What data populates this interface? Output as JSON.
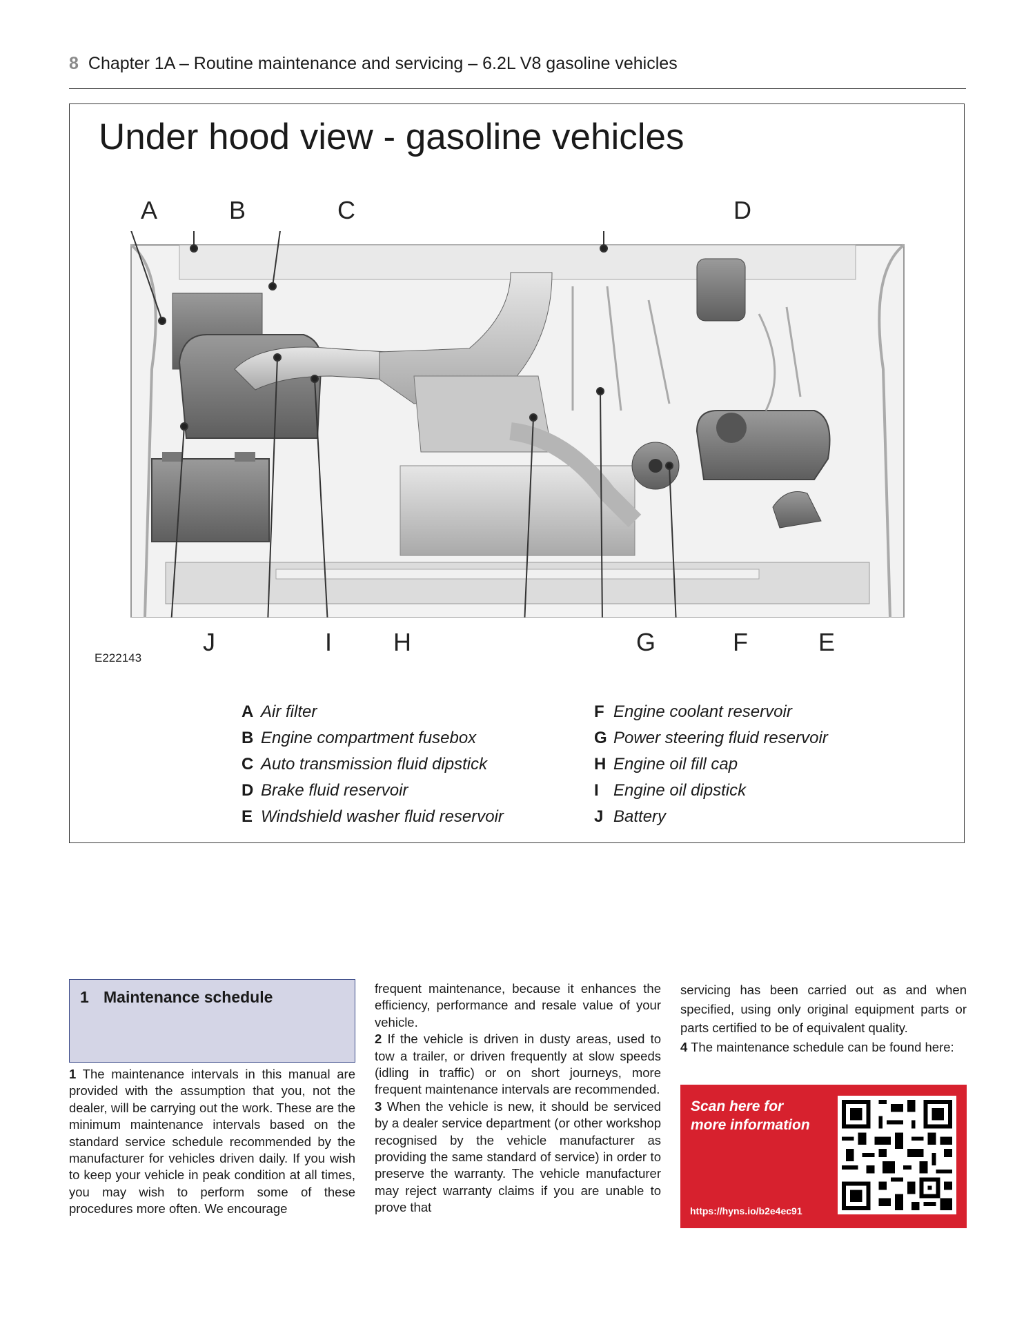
{
  "header": {
    "page_number": "8",
    "title": "Chapter 1A – Routine maintenance and servicing – 6.2L V8 gasoline vehicles"
  },
  "figure": {
    "title": "Under hood view - gasoline vehicles",
    "code": "E222143",
    "callouts_top": [
      "A",
      "B",
      "C",
      "D"
    ],
    "callouts_bottom": [
      "J",
      "I",
      "H",
      "G",
      "F",
      "E"
    ],
    "key_left": [
      {
        "letter": "A",
        "text": "Air filter"
      },
      {
        "letter": "B",
        "text": "Engine compartment fusebox"
      },
      {
        "letter": "C",
        "text": "Auto transmission fluid dipstick"
      },
      {
        "letter": "D",
        "text": "Brake fluid reservoir"
      },
      {
        "letter": "E",
        "text": "Windshield washer fluid reservoir"
      }
    ],
    "key_right": [
      {
        "letter": "F",
        "text": "Engine coolant reservoir"
      },
      {
        "letter": "G",
        "text": "Power steering fluid reservoir"
      },
      {
        "letter": "H",
        "text": "Engine oil fill cap"
      },
      {
        "letter": "I",
        "text": "Engine oil dipstick"
      },
      {
        "letter": "J",
        "text": "Battery"
      }
    ]
  },
  "section": {
    "number": "1",
    "title": "Maintenance schedule"
  },
  "body": {
    "p1_num": "1",
    "p1": "The maintenance intervals in this manual are provided with the assumption that you, not the dealer, will be carrying out the work. These are the minimum maintenance intervals based on the standard service schedule recommended by the manufacturer for vehicles driven daily. If you wish to keep your vehicle in peak condition at all times, you may wish to perform some of these procedures more often. We encourage",
    "p1_cont": "frequent maintenance, because it enhances the efficiency, performance and resale value of your vehicle.",
    "p2_num": "2",
    "p2": "If the vehicle is driven in dusty areas, used to tow a trailer, or driven frequently at slow speeds (idling in traffic) or on short journeys, more frequent maintenance intervals are recommended.",
    "p3_num": "3",
    "p3": "When the vehicle is new, it should be serviced by a dealer service department (or other workshop recognised by the vehicle manufacturer as providing the same standard of service) in order to preserve the warranty. The vehicle manufacturer may reject warranty claims if you are unable to prove that",
    "p3_cont": "servicing has been carried out as and when specified, using only original equipment parts or parts certified to be of equivalent quality.",
    "p4_num": "4",
    "p4": "The maintenance schedule can be found here:"
  },
  "promo": {
    "text": "Scan here for more information",
    "url": "https://hyns.io/b2e4ec91",
    "bg_color": "#d7212e"
  }
}
